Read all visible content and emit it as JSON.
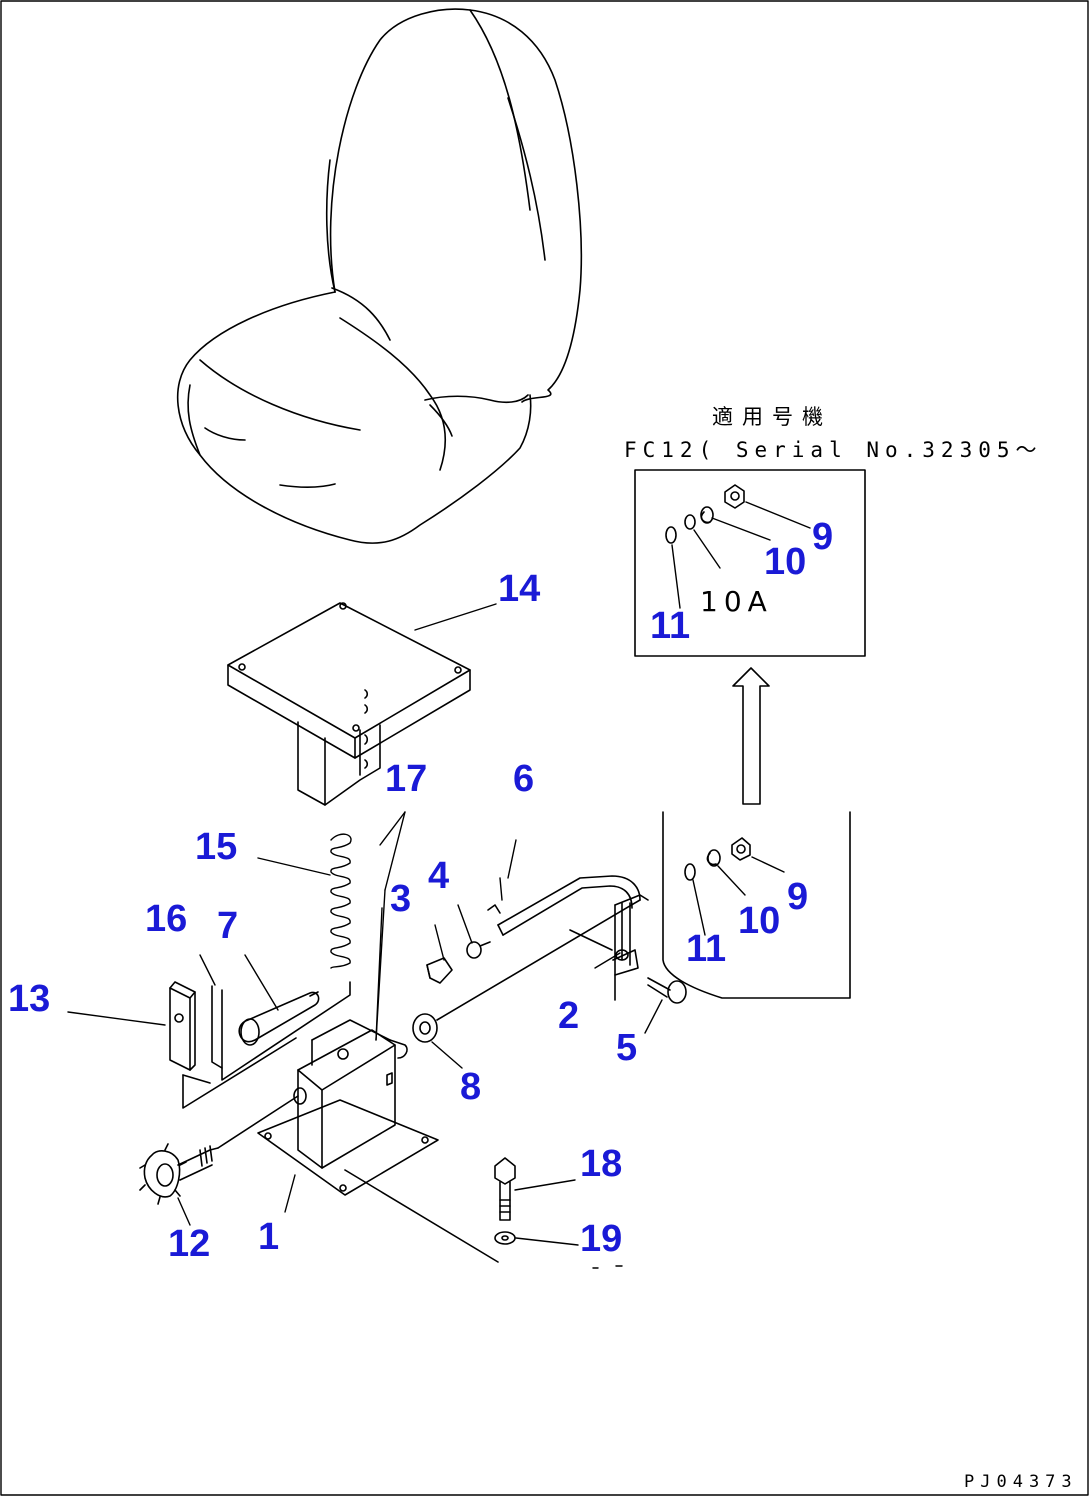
{
  "callout_color": "#1a1ad6",
  "callouts": [
    {
      "id": "part-1",
      "label": "1"
    },
    {
      "id": "part-2",
      "label": "2"
    },
    {
      "id": "part-3",
      "label": "3"
    },
    {
      "id": "part-4",
      "label": "4"
    },
    {
      "id": "part-5",
      "label": "5"
    },
    {
      "id": "part-6",
      "label": "6"
    },
    {
      "id": "part-7",
      "label": "7"
    },
    {
      "id": "part-8",
      "label": "8"
    },
    {
      "id": "part-9",
      "label": "9"
    },
    {
      "id": "part-10",
      "label": "10"
    },
    {
      "id": "part-11",
      "label": "11"
    },
    {
      "id": "part-12",
      "label": "12"
    },
    {
      "id": "part-13",
      "label": "13"
    },
    {
      "id": "part-14",
      "label": "14"
    },
    {
      "id": "part-15",
      "label": "15"
    },
    {
      "id": "part-16",
      "label": "16"
    },
    {
      "id": "part-17",
      "label": "17"
    },
    {
      "id": "part-18",
      "label": "18"
    },
    {
      "id": "part-19",
      "label": "19"
    },
    {
      "id": "inset-9",
      "label": "9"
    },
    {
      "id": "inset-10",
      "label": "10"
    },
    {
      "id": "inset-11",
      "label": "11"
    }
  ],
  "inset": {
    "title": "適用号機",
    "serial": "FC12( Serial No.32305〜",
    "sub_label": "10A"
  },
  "drawing_code": "PJ04373"
}
